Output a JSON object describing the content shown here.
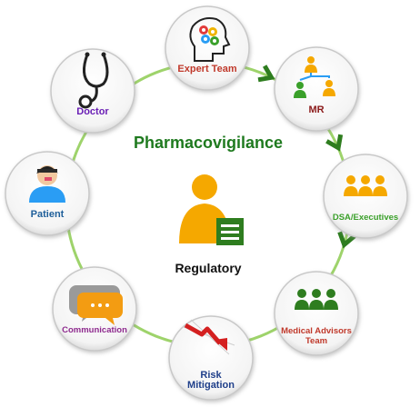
{
  "diagram": {
    "title": "Pharmacovigilance",
    "center_label": "Regulatory",
    "colors": {
      "ring": "#9ed36b",
      "arrow": "#2e7d1f",
      "title": "#1f7a1f",
      "center_person": "#f5a800",
      "center_doc": "#2e7d1f",
      "node_shadow": "#bfbfbf"
    },
    "nodes": [
      {
        "id": "expert-team",
        "label_lines": [
          "Expert Team"
        ],
        "label_color": "#c0392b",
        "icon": "gear-head-icon"
      },
      {
        "id": "mr",
        "label_lines": [
          "MR"
        ],
        "label_color": "#8b1a1a",
        "icon": "people-network-icon"
      },
      {
        "id": "dsa-executives",
        "label_lines": [
          "DSA/Executives"
        ],
        "label_color": "#3aa02a",
        "icon": "team-icon"
      },
      {
        "id": "medical-advisors-team",
        "label_lines": [
          "Medical Advisors",
          "Team"
        ],
        "label_color": "#c0392b",
        "icon": "team-icon"
      },
      {
        "id": "risk-mitigation",
        "label_lines": [
          "Risk",
          "Mitigation"
        ],
        "label_color": "#1f3f8a",
        "icon": "falling-arrow-icon"
      },
      {
        "id": "communication",
        "label_lines": [
          "Communication"
        ],
        "label_color": "#8e2a8e",
        "icon": "speech-bubble-icon"
      },
      {
        "id": "patient",
        "label_lines": [
          "Patient"
        ],
        "label_color": "#1f5f9a",
        "icon": "patient-icon"
      },
      {
        "id": "doctor",
        "label_lines": [
          "Doctor"
        ],
        "label_color": "#6a1fb5",
        "icon": "stethoscope-icon"
      }
    ]
  }
}
